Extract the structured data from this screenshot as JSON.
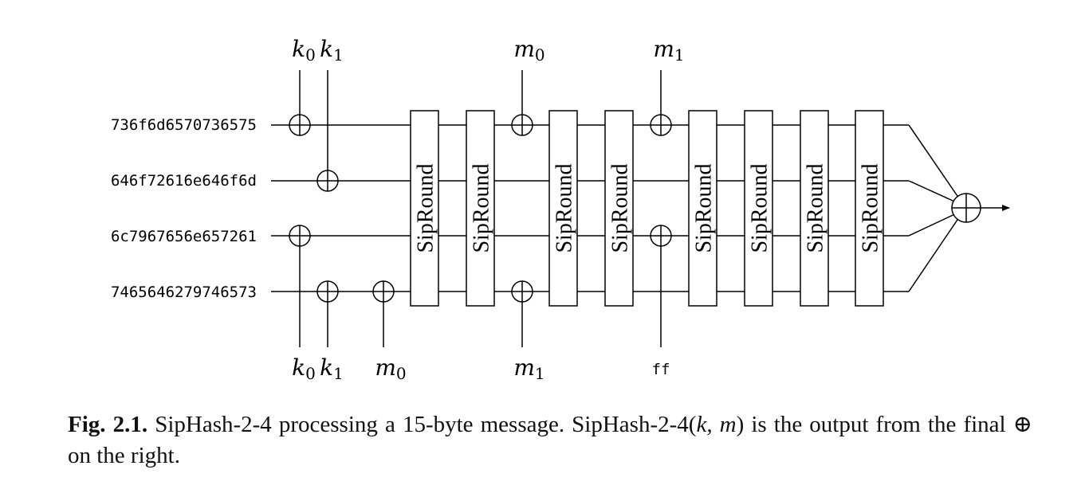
{
  "lanes": [
    {
      "init": "736f6d6570736575"
    },
    {
      "init": "646f72616e646f6d"
    },
    {
      "init": "6c7967656e657261"
    },
    {
      "init": "7465646279746573"
    }
  ],
  "round_label": "SipRound",
  "round_count": 8,
  "top_inputs": [
    {
      "base": "k",
      "sub": "0"
    },
    {
      "base": "k",
      "sub": "1"
    },
    {
      "base": "m",
      "sub": "0"
    },
    {
      "base": "m",
      "sub": "1"
    }
  ],
  "bottom_inputs": [
    {
      "base": "k",
      "sub": "0"
    },
    {
      "base": "k",
      "sub": "1"
    },
    {
      "base": "m",
      "sub": "0"
    },
    {
      "base": "m",
      "sub": "1"
    },
    {
      "mono": "ff"
    }
  ],
  "caption": {
    "label": "Fig. 2.1.",
    "text_before": " SipHash-2-4 processing a 15-byte message. SipHash-2-4(",
    "args": "k, m",
    "text_middle": ") is the output from the final ",
    "xor_symbol": "⊕",
    "text_after": " on the right."
  }
}
